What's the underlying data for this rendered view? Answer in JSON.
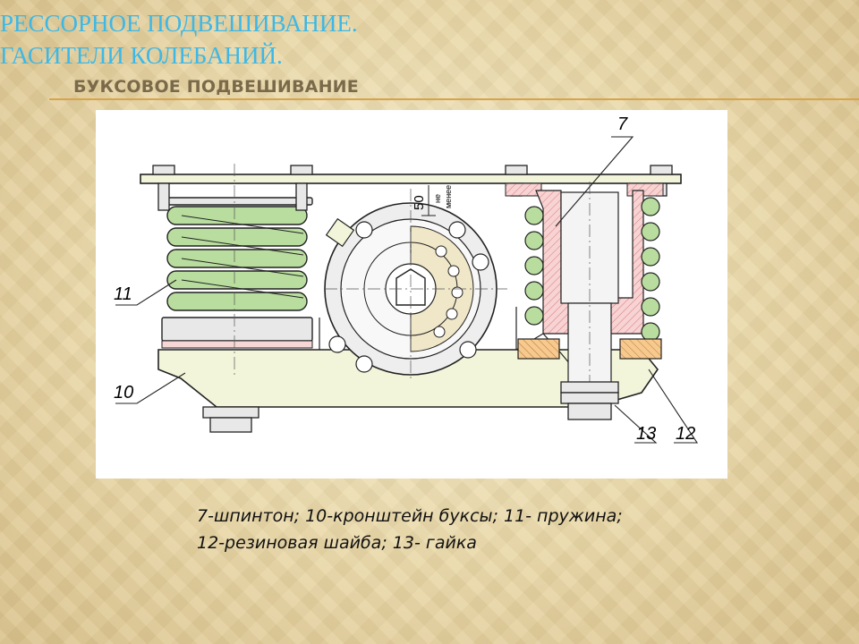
{
  "slide": {
    "title_line1": "РЕССОРНОЕ ПОДВЕШИВАНИЕ.",
    "title_line2": "ГАСИТЕЛИ КОЛЕБАНИЙ.",
    "subtitle": "БУКСОВОЕ ПОДВЕШИВАНИЕ",
    "title_color": "#3db8e6",
    "accent_color": "#d8a34a"
  },
  "diagram": {
    "callouts": [
      "7",
      "11",
      "10",
      "13",
      "12"
    ],
    "dimension_value": "50",
    "dimension_note_1": "не",
    "dimension_note_2": "менее"
  },
  "caption": {
    "line1": "7-шпинтон; 10-кронштейн буксы; 11- пружина;",
    "line2": "12-резиновая шайба; 13- гайка"
  }
}
